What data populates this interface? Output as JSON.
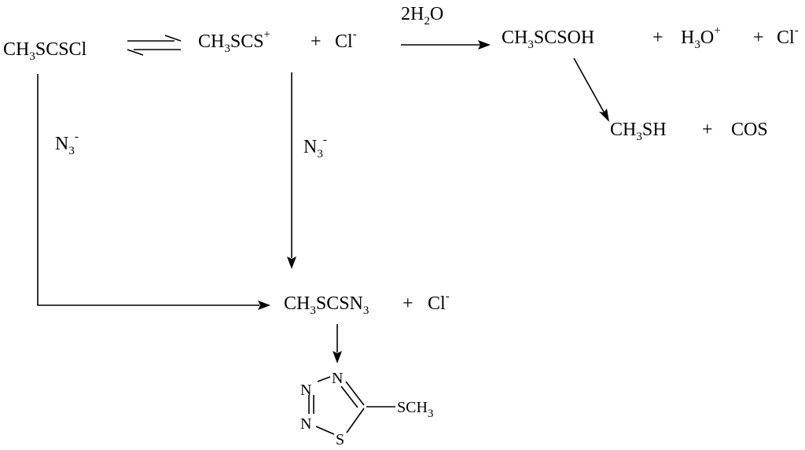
{
  "colors": {
    "ink": "#000000",
    "background": "#ffffff"
  },
  "species": {
    "methylthiocarbonyl_sulfenyl_chloride": {
      "main": "CH",
      "sub": "3",
      "rest": "SCSCl"
    },
    "cation": {
      "main": "CH",
      "sub": "3",
      "rest": "SCS",
      "sup": "+"
    },
    "chloride_1": {
      "main": "Cl",
      "sup": "-"
    },
    "plus_1": "+",
    "water_reagent": {
      "coef": "2H",
      "sub": "2",
      "rest": "O"
    },
    "hydroxy_product": {
      "main": "CH",
      "sub": "3",
      "rest": "SCSOH"
    },
    "plus_2": "+",
    "hydronium": {
      "main": "H",
      "sub": "3",
      "rest": "O",
      "sup": "+"
    },
    "plus_3": "+",
    "chloride_2": {
      "main": "Cl",
      "sup": "-"
    },
    "methanethiol": {
      "main": "CH",
      "sub": "3",
      "rest": "SH"
    },
    "plus_4": "+",
    "carbonyl_sulfide": "COS",
    "azide_left": {
      "main": "N",
      "sub": "3",
      "sup": "-"
    },
    "azide_center": {
      "main": "N",
      "sub": "3",
      "sup": "-"
    },
    "azide_product": {
      "main": "CH",
      "sub": "3",
      "rest": "SCSN",
      "sub2": "3"
    },
    "plus_5": "+",
    "chloride_3": {
      "main": "Cl",
      "sup": "-"
    },
    "thiatriazole": {
      "n_top": "N",
      "n_left_top": "N",
      "n_left_bottom": "N",
      "s_ring": "S",
      "substituent": {
        "main": "SCH",
        "sub": "3"
      }
    }
  }
}
